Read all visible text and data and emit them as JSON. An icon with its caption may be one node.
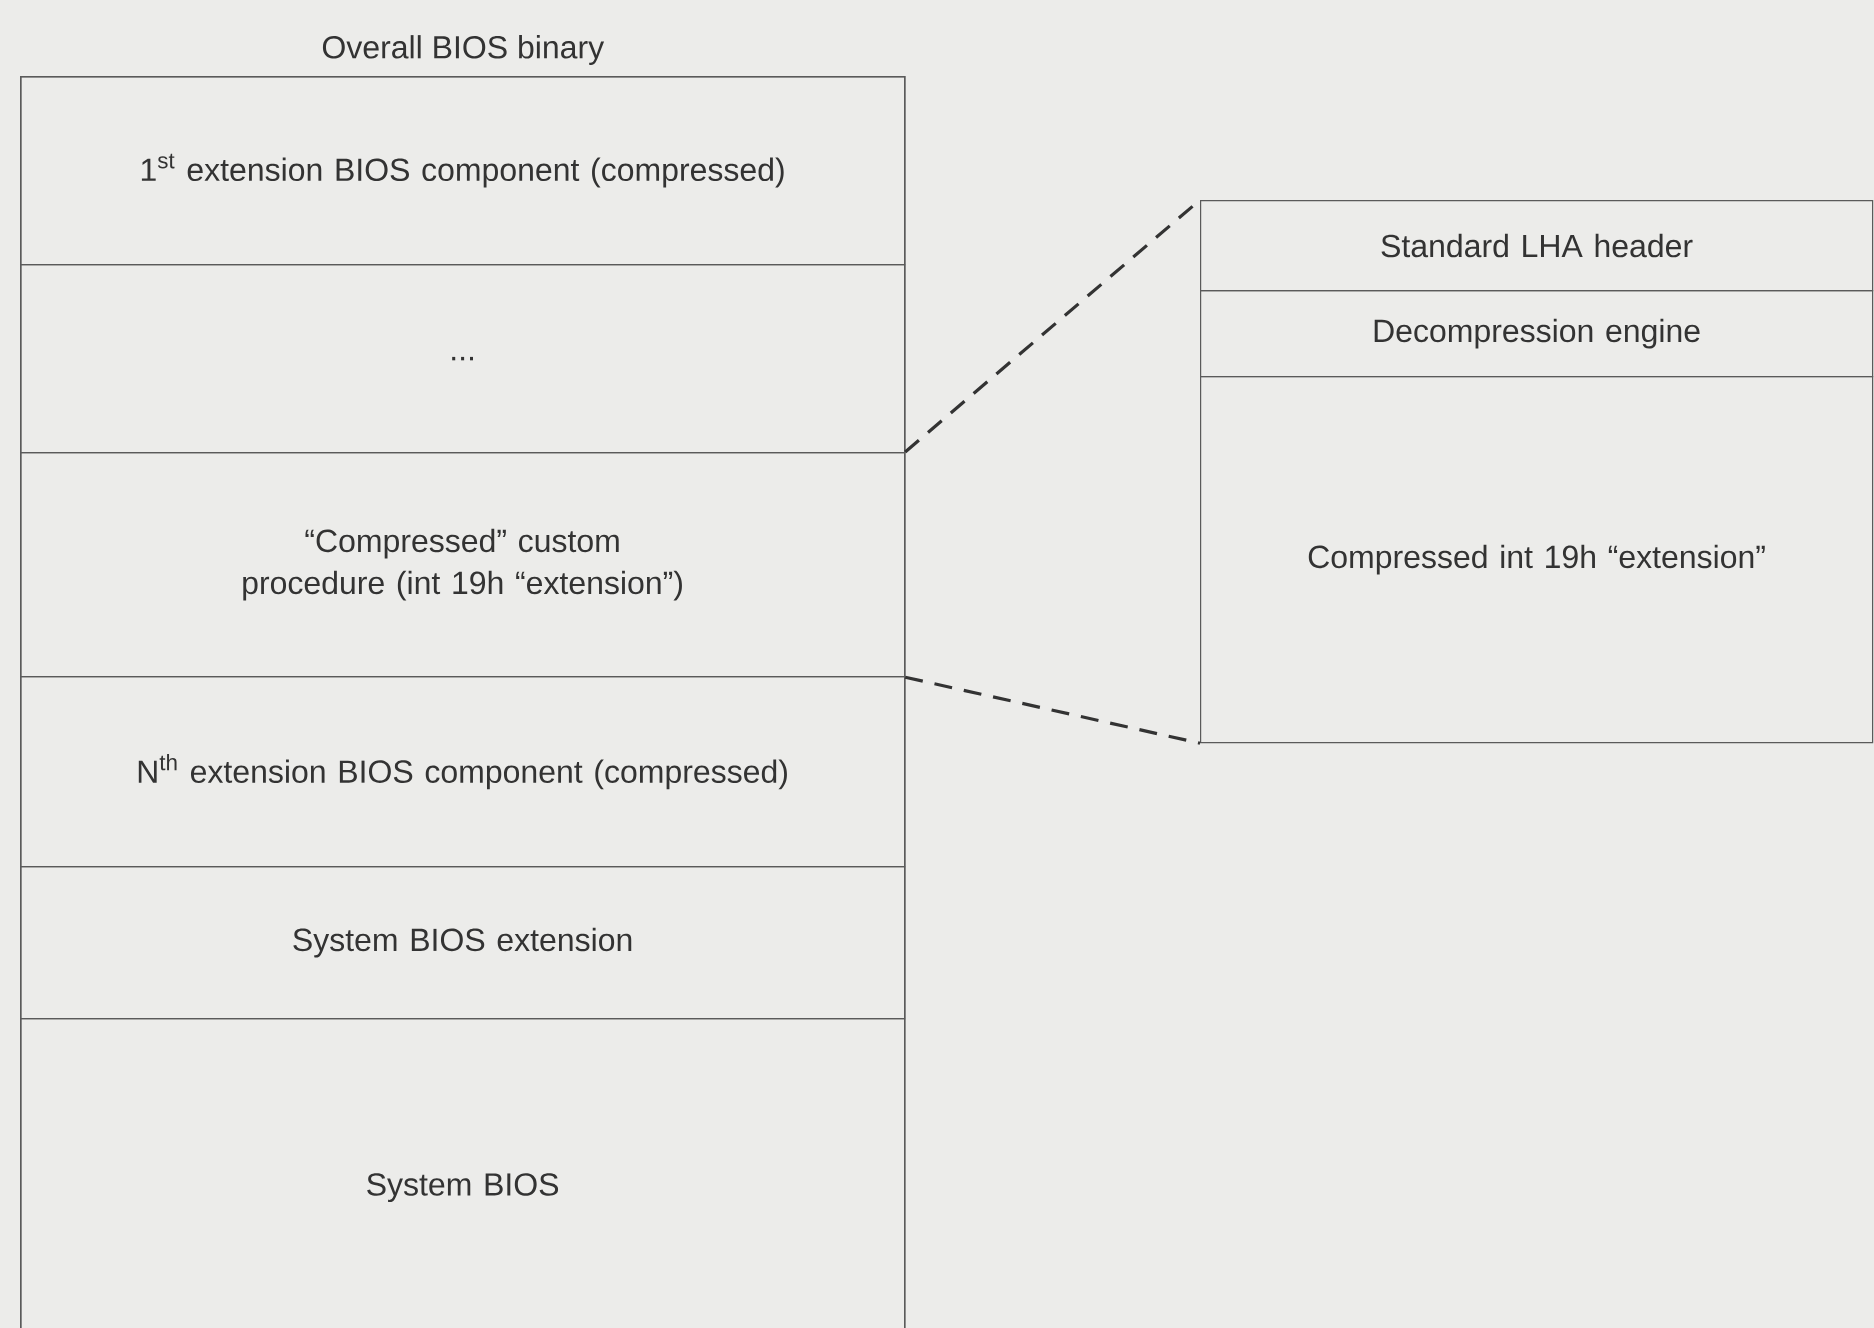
{
  "diagram": {
    "nodes": [
      {
        "text": [
          "Overall BIOS binary"
        ]
      },
      {
        "text": [
          "1$^{st}$ extension BIOS component (compressed)"
        ],
        "in": 0
      },
      {
        "text": [
          "..."
        ],
        "in": 0
      },
      {
        "text": [
          "“Compressed” custom procedure (int 19h “extension”)"
        ],
        "in": 0
      },
      {
        "text": [
          "N$^{th}$ extension BIOS component (compressed)"
        ],
        "in": 0
      },
      {
        "text": [
          "System BIOS extension"
        ],
        "in": 0
      },
      {
        "text": [
          "System BIOS"
        ],
        "in": 0
      },
      {
        "text": [
          "Standard LHA header"
        ]
      },
      {
        "text": [
          "Decompression engine"
        ]
      },
      {
        "text": [
          "Compressed int 19h “extension”"
        ]
      }
    ],
    "edges": [
      {
        "from": 3,
        "to": 7,
        "arrow": "none",
        "style": "dashed"
      },
      {
        "from": 3,
        "to": 9,
        "arrow": "none",
        "style": "dashed"
      }
    ]
  }
}
